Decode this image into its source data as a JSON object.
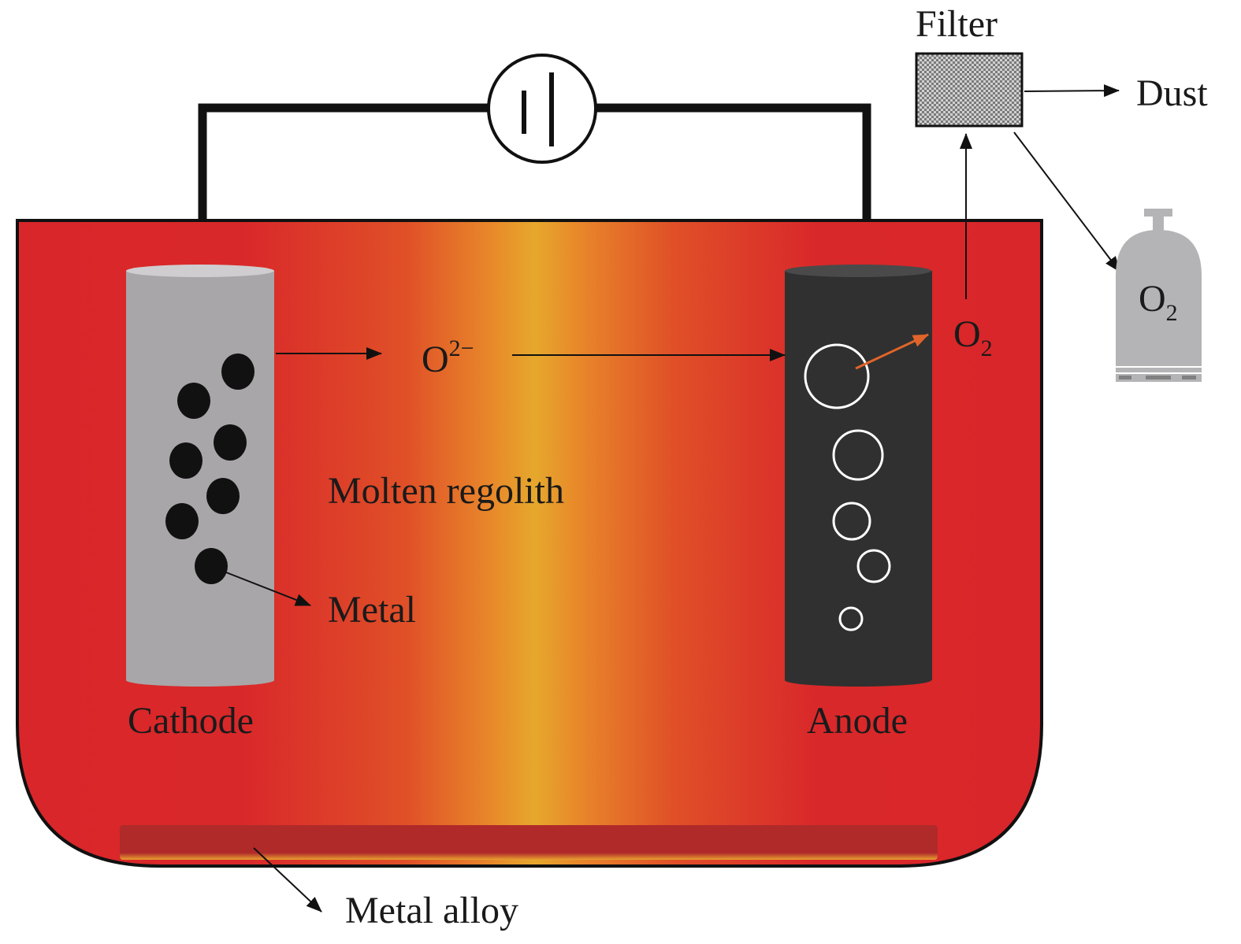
{
  "labels": {
    "filter": "Filter",
    "dust": "Dust",
    "oxide_ion": "O",
    "oxide_ion_charge": "2−",
    "oxygen_gas": "O",
    "oxygen_gas_subscript": "2",
    "tank_gas": "O",
    "tank_gas_subscript": "2",
    "molten_regolith": "Molten regolith",
    "metal": "Metal",
    "cathode": "Cathode",
    "anode": "Anode",
    "metal_alloy": "Metal alloy"
  },
  "colors": {
    "melt_red": "#d9262a",
    "melt_orange": "#e8862a",
    "melt_yellow": "#e6a62b",
    "alloy_layer": "#b02a2a",
    "cathode": "#a8a6a8",
    "anode": "#303030",
    "cylinder": "#b4b4b6",
    "bubble_arrow": "#e0642a"
  }
}
